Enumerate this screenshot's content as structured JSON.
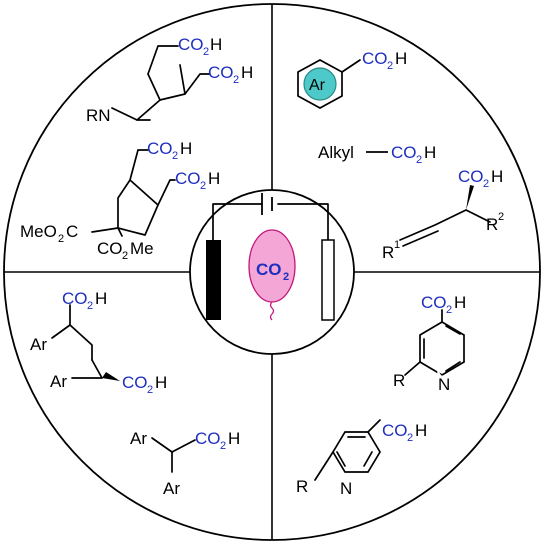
{
  "center": {
    "co2_label": "CO",
    "co2_sub": "2"
  },
  "labels": {
    "co2h": "CO",
    "co2h_h": "H",
    "sub2": "2",
    "rn": "RN",
    "meo2c_pre": "MeO",
    "meo2c_post": "C",
    "co2me_pre": "CO",
    "co2me_post": "Me",
    "ar": "Ar",
    "alkyl": "Alkyl",
    "r": "R",
    "n": "N",
    "r1": "R",
    "r1_sup": "1",
    "r2": "R",
    "r2_sup": "2"
  },
  "colors": {
    "carboxyl": "#1f2fbf",
    "co2_balloon": "#f4a6d6",
    "aryl_ball": "#4ec9c9"
  }
}
